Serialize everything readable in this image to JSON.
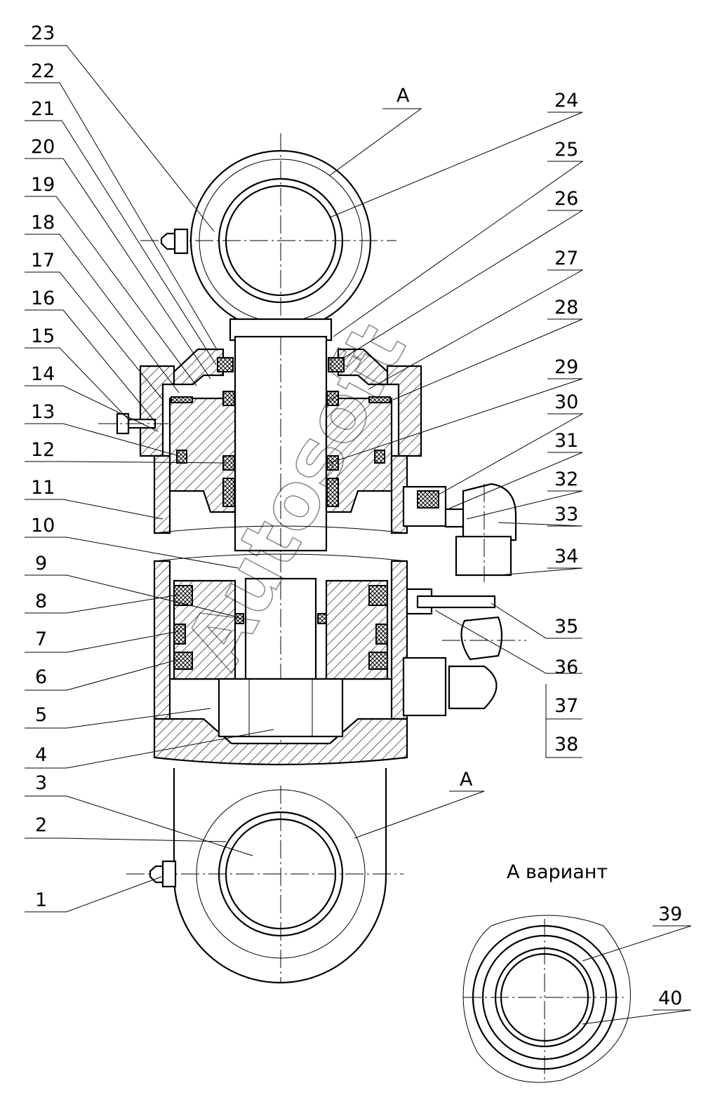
{
  "callouts": [
    "1",
    "2",
    "3",
    "4",
    "5",
    "6",
    "7",
    "8",
    "9",
    "10",
    "11",
    "12",
    "13",
    "14",
    "15",
    "16",
    "17",
    "18",
    "19",
    "20",
    "21",
    "22",
    "23",
    "24",
    "25",
    "26",
    "27",
    "28",
    "29",
    "30",
    "31",
    "32",
    "33",
    "34",
    "35",
    "36",
    "37",
    "38",
    "39",
    "40"
  ],
  "section_mark_top": "A",
  "section_mark_bottom": "A",
  "variant_title": "А вариант",
  "watermark": "Autosoft"
}
